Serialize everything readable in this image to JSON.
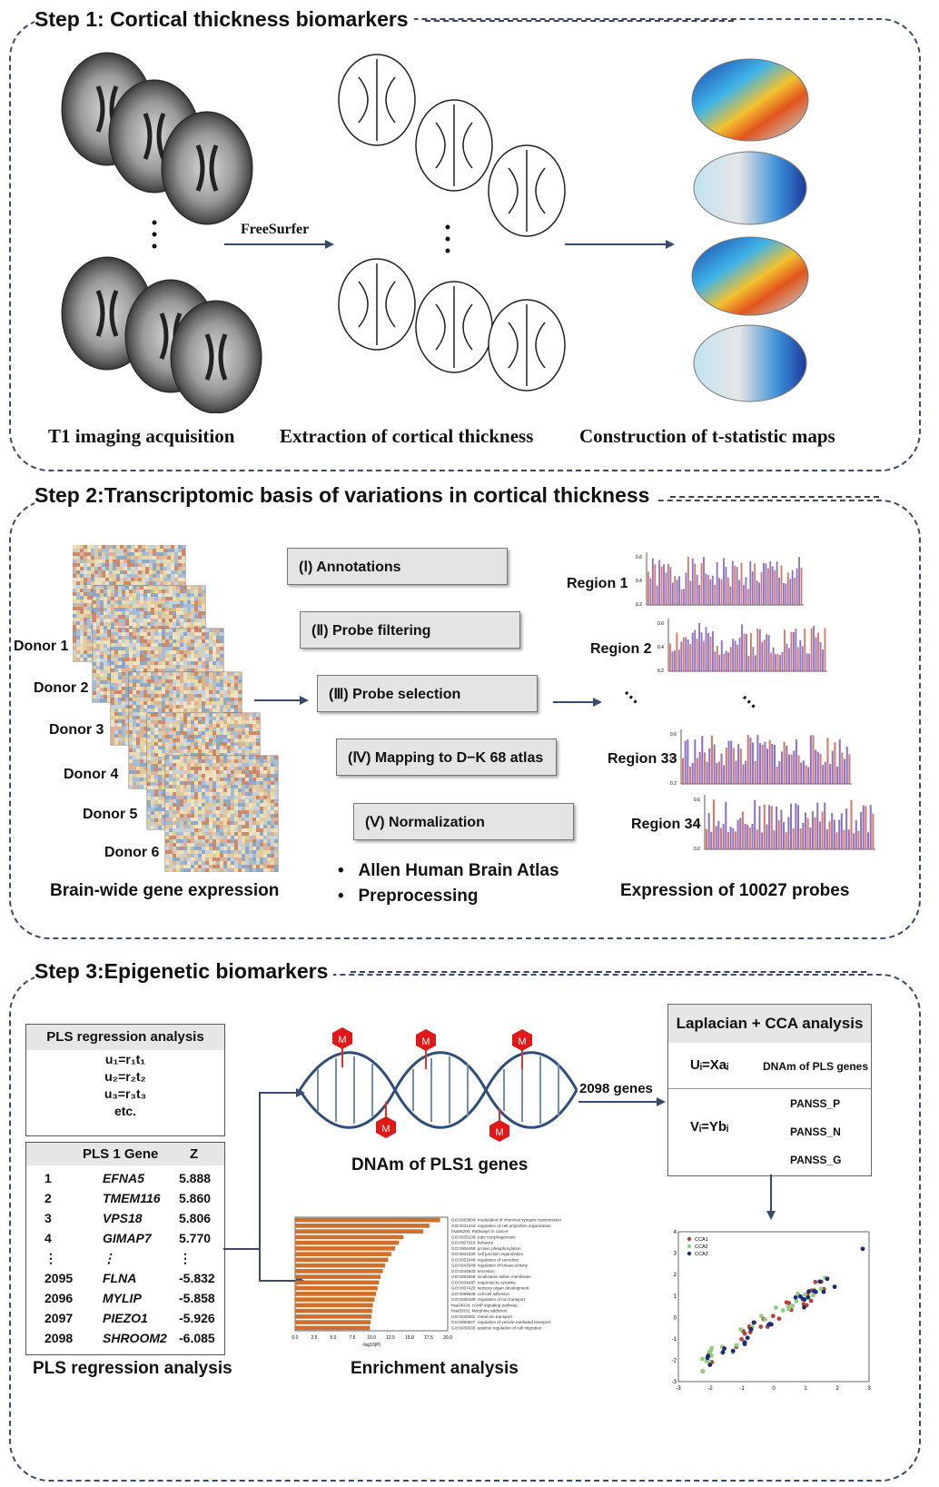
{
  "step1": {
    "title": "Step 1: Cortical thickness biomarkers",
    "arrow_label": "FreeSurfer",
    "captions": [
      "T1 imaging acquisition",
      "Extraction of cortical thickness",
      "Construction of t-statistic maps"
    ]
  },
  "step2": {
    "title": "Step 2:Transcriptomic basis of variations in cortical thickness",
    "donors": [
      "Donor 1",
      "Donor 2",
      "Donor 3",
      "Donor 4",
      "Donor 5",
      "Donor 6"
    ],
    "steps": [
      "(Ⅰ) Annotations",
      "(Ⅱ) Probe filtering",
      "(Ⅲ) Probe selection",
      "(Ⅳ) Mapping to D−K 68 atlas",
      "(Ⅴ) Normalization"
    ],
    "bullets": [
      "Allen Human Brain Atlas",
      "Preprocessing"
    ],
    "regions": [
      "Region 1",
      "Region 2",
      "Region 33",
      "Region 34"
    ],
    "axis_ticks": [
      "0.6",
      "0.4",
      "0.2"
    ],
    "caption_left": "Brain-wide gene expression",
    "caption_right": "Expression of 10027 probes"
  },
  "step3": {
    "title": "Step 3:Epigenetic biomarkers",
    "pls_box": {
      "header": "PLS regression analysis",
      "equations": [
        "u₁=r₁t₁",
        "u₂=r₂t₂",
        "u₃=r₃t₃",
        "etc."
      ]
    },
    "gene_table": {
      "col_gene": "PLS 1 Gene",
      "col_z": "Z",
      "rows": [
        {
          "rank": "1",
          "gene": "EFNA5",
          "z": "5.888"
        },
        {
          "rank": "2",
          "gene": "TMEM116",
          "z": "5.860"
        },
        {
          "rank": "3",
          "gene": "VPS18",
          "z": "5.806"
        },
        {
          "rank": "4",
          "gene": "GIMAP7",
          "z": "5.770"
        },
        {
          "rank": "⋮",
          "gene": "⋮",
          "z": "⋮"
        },
        {
          "rank": "2095",
          "gene": "FLNA",
          "z": "-5.832"
        },
        {
          "rank": "2096",
          "gene": "MYLIP",
          "z": "-5.858"
        },
        {
          "rank": "2097",
          "gene": "PIEZO1",
          "z": "-5.926"
        },
        {
          "rank": "2098",
          "gene": "SHROOM2",
          "z": "-6.085"
        }
      ]
    },
    "methyl_letter": "M",
    "dnam_caption": "DNAm of PLS1 genes",
    "genes_label": "2098 genes",
    "cca_box": {
      "header": "Laplacian + CCA analysis",
      "u_eq": "Uᵢ=Xaᵢ",
      "u_desc": "DNAm of PLS genes",
      "v_eq": "Vᵢ=Ybᵢ",
      "v_items": [
        "PANSS_P",
        "PANSS_N",
        "PANSS_G"
      ]
    },
    "enrichment": {
      "terms": [
        "GO:0050804: modulation of chemical synaptic transmission",
        "GO:0031344: regulation of cell projection organization",
        "hsa05200: Pathways in cancer",
        "GO:0035239: tube morphogenesis",
        "GO:0007610: behavior",
        "GO:0006468: protein phosphorylation",
        "GO:0034330: cell junction organization",
        "GO:0051046: regulation of secretion",
        "GO:0043549: regulation of kinase activity",
        "GO:0046903: secretion",
        "GO:0051668: localization within membrane",
        "GO:0034097: response to cytokine",
        "GO:0007423: sensory organ development",
        "GO:0098609: cell-cell adhesion",
        "GO:0032409: regulation of ion transport",
        "hsa04024: cAMP signaling pathway",
        "hsa05032: Morphine addiction",
        "GO:0030001: metal ion transport",
        "GO:0060627: regulation of vesicle-mediated transport",
        "GO:0030335: positive regulation of cell migration"
      ],
      "values": [
        19.0,
        17.6,
        16.8,
        14.2,
        13.6,
        13.1,
        12.6,
        12.2,
        11.8,
        11.5,
        11.2,
        11.0,
        10.8,
        10.6,
        10.4,
        10.2,
        10.1,
        10.0,
        9.9,
        9.8
      ],
      "xticks": [
        "0.0",
        "2.5",
        "5.0",
        "7.5",
        "10.0",
        "12.5",
        "15.0",
        "17.5",
        "20.0"
      ],
      "xlabel": "-log10(P)",
      "caption": "Enrichment analysis"
    },
    "scatter": {
      "legend": [
        "CCA1",
        "CCA2",
        "CCA3"
      ],
      "colors": [
        "#b0463c",
        "#8fcf7a",
        "#1c2c7a"
      ],
      "xticks": [
        "-3",
        "-2",
        "-1",
        "0",
        "1",
        "2",
        "3"
      ],
      "yticks": [
        "4",
        "3",
        "2",
        "1",
        "0",
        "-1",
        "-2",
        "-3"
      ]
    },
    "caption_left": "PLS regression analysis"
  }
}
